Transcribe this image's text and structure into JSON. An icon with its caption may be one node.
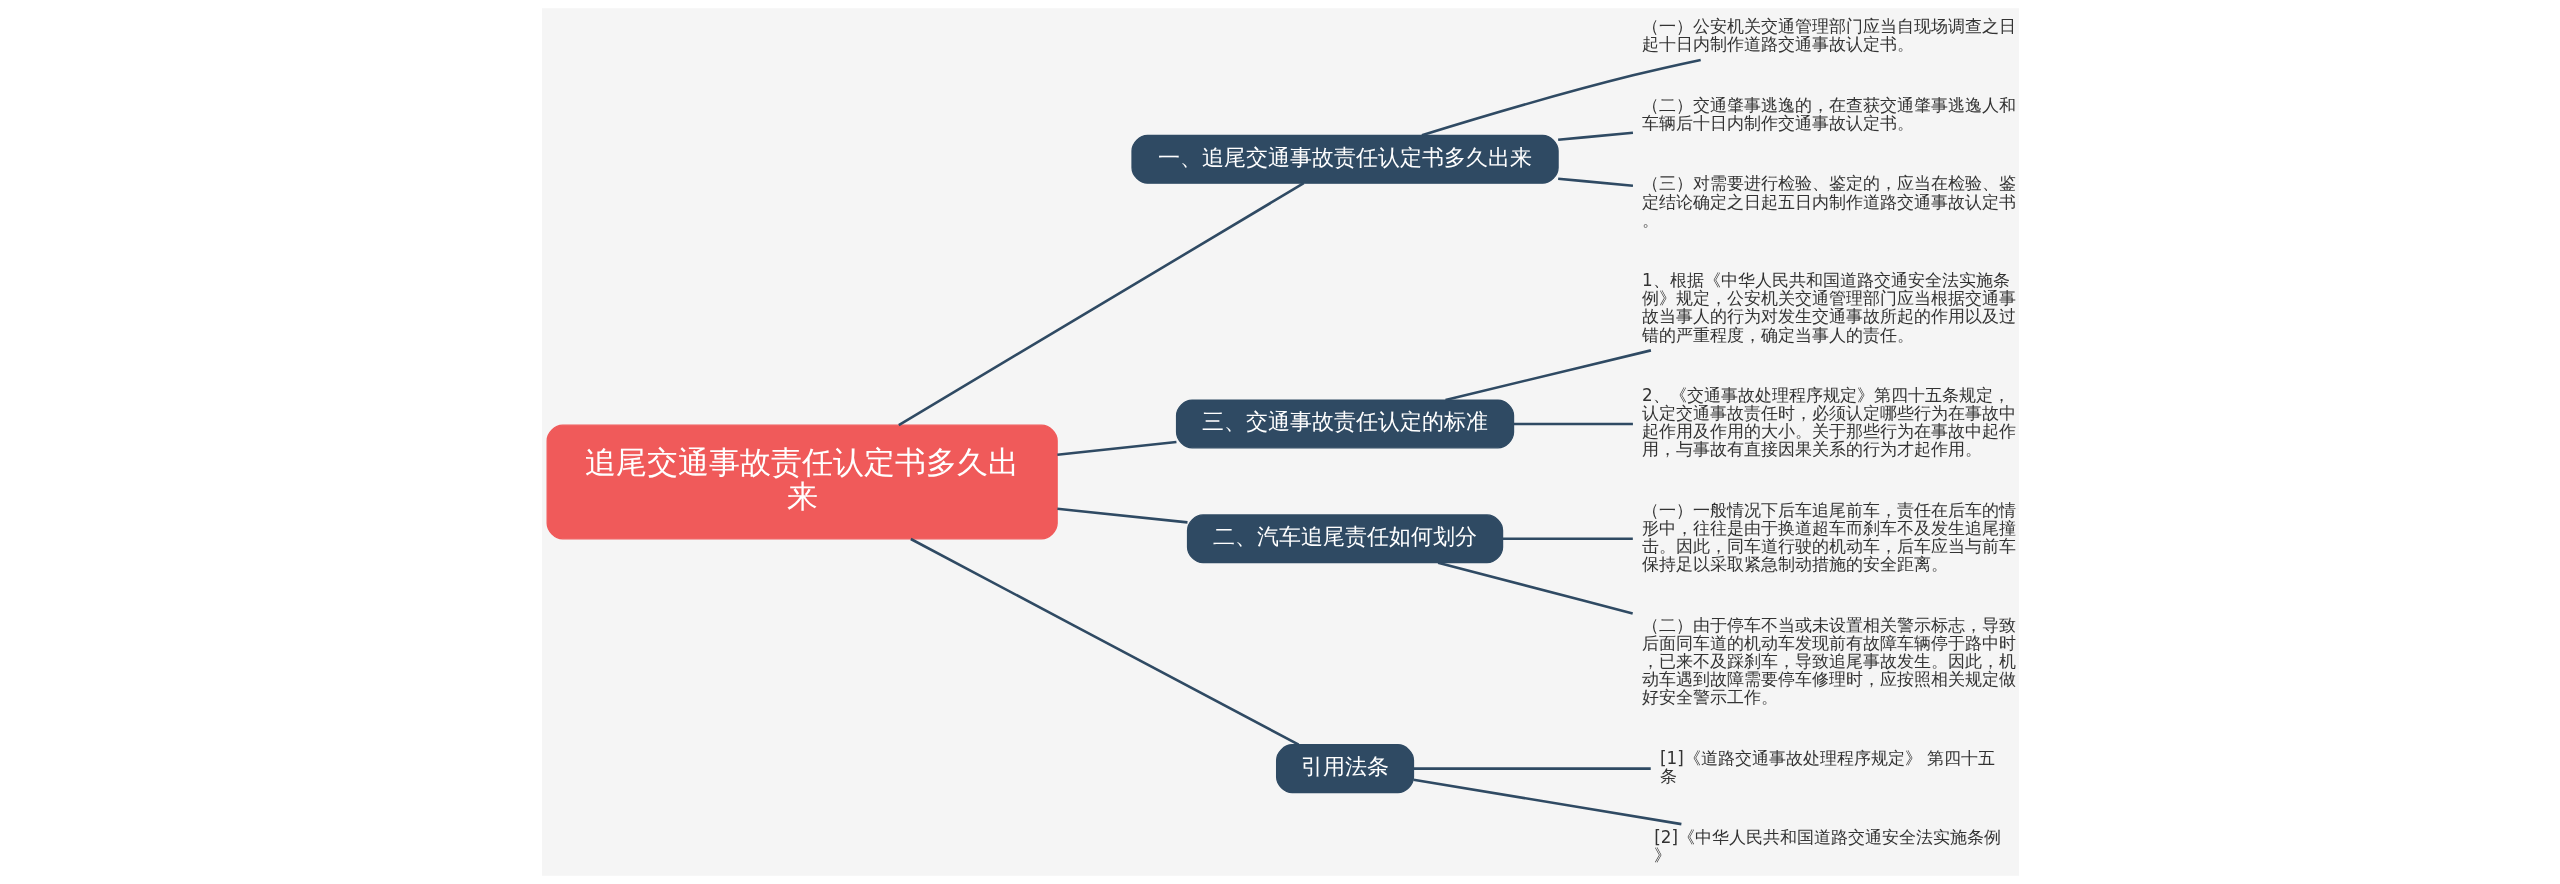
{
  "diagram": {
    "nodes": [
      {
        "text": [
          "追尾交通事故责任认定书多久出来"
        ]
      },
      {
        "text": [
          "一、追尾交通事故责任认定书多久出来"
        ]
      },
      {
        "text": [
          "（一）公安机关交通管理部门应当自现场调查之日起十日内制作道路交通事故认定书。"
        ]
      },
      {
        "text": [
          "（二）交通肇事逃逸的，在查获交通肇事逃逸人和车辆后十日内制作交通事故认定书。"
        ]
      },
      {
        "text": [
          "（三）对需要进行检验、鉴定的，应当在检验、鉴定结论确定之日起五日内制作道路交通事故认定书。"
        ]
      },
      {
        "text": [
          "1、根据《中华人民共和国道路交通安全法实施条例》规定，公安机关交通管理部门应当根据交通事故当事人的行为对发生交通事故所起的作用以及过错的严重程度，确定当事人的责任。"
        ]
      },
      {
        "text": [
          "2、《交通事故处理程序规定》第四十五条规定，认定交通事故责任时，必须认定哪些行为在事故中起作用及作用的大小。关于那些行为在事故中起作用，与事故有直接因果关系的行为才起作用。"
        ]
      },
      {
        "text": [
          "三、交通事故责任认定的标准"
        ]
      },
      {
        "text": [
          "（一）一般情况下后车追尾前车，责任在后车的情形中，往往是由于换道超车而刹车不及发生追尾撞击。因此，同车道行驶的机动车，后车应当与前车保持足以采取紧急制动措施的安全距离。"
        ]
      },
      {
        "text": [
          "（二）由于停车不当或未设置相关警示标志，导致后面同车道的机动车发现前有故障车辆停于路中时，已来不及踩刹车，导致追尾事故发生。因此，机动车遇到故障需要停车修理时，应按照相关规定做好安全警示工作。"
        ]
      },
      {
        "text": [
          "二、汽车追尾责任如何划分"
        ]
      },
      {
        "text": [
          "[1]《道路交通事故处理程序规定》 第四十五条"
        ]
      },
      {
        "text": [
          "[2]《中华人民共和国道路交通安全法实施条例》"
        ]
      },
      {
        "text": [
          "引用法条"
        ]
      }
    ],
    "edges": [
      {
        "from": 0,
        "to": 1,
        "arrow": "none"
      },
      {
        "from": 1,
        "to": 2,
        "arrow": "none"
      },
      {
        "from": 1,
        "to": 3,
        "arrow": "none"
      },
      {
        "from": 1,
        "to": 4,
        "arrow": "none"
      },
      {
        "from": 0,
        "to": 7,
        "arrow": "none"
      },
      {
        "from": 7,
        "to": 5,
        "arrow": "none"
      },
      {
        "from": 7,
        "to": 6,
        "arrow": "none"
      },
      {
        "from": 0,
        "to": 10,
        "arrow": "none"
      },
      {
        "from": 10,
        "to": 8,
        "arrow": "none"
      },
      {
        "from": 10,
        "to": 9,
        "arrow": "none"
      },
      {
        "from": 0,
        "to": 13,
        "arrow": "none"
      },
      {
        "from": 13,
        "to": 11,
        "arrow": "none"
      },
      {
        "from": 13,
        "to": 12,
        "arrow": "none"
      }
    ]
  }
}
